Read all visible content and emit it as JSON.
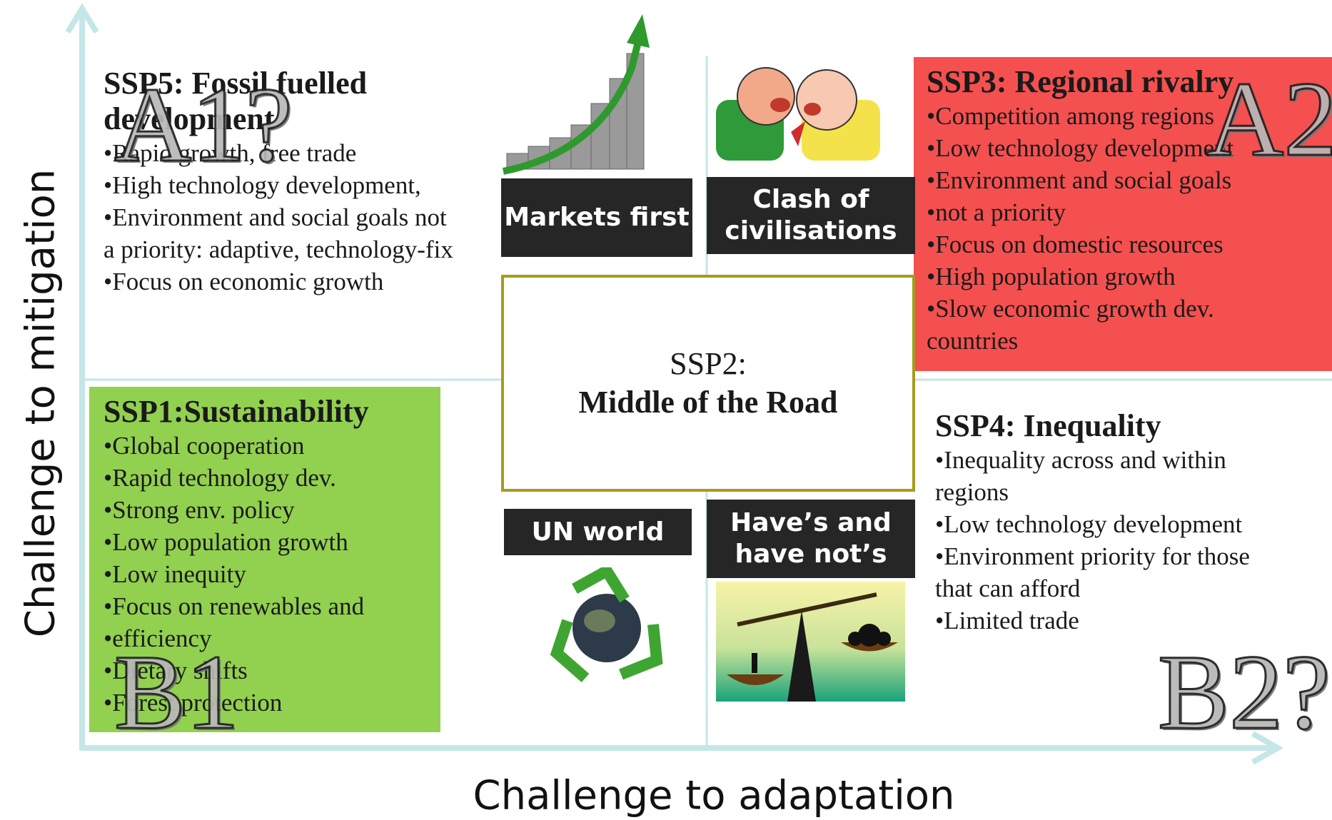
{
  "axes": {
    "y_label": "Challenge to mitigation",
    "x_label": "Challenge to adaptation"
  },
  "ssp5": {
    "title": "SSP5: Fossil fuelled development",
    "bullets": [
      "•Rapid growth, free trade",
      "•High technology development,",
      "•Environment and social goals not",
      "a priority: adaptive, technology-fix",
      "•Focus on economic growth"
    ],
    "overlay": "A1?"
  },
  "ssp1": {
    "title": "SSP1:Sustainability",
    "bullets": [
      "•Global cooperation",
      "•Rapid technology dev.",
      "•Strong env. policy",
      "•Low population growth",
      "•Low inequity",
      "•Focus on renewables and",
      "•efficiency",
      "•Dietary shifts",
      "•Forest protection"
    ],
    "overlay": "B1"
  },
  "ssp3": {
    "title": "SSP3: Regional rivalry",
    "bullets": [
      "•Competition among regions",
      "•Low technology development",
      "•Environment and social goals",
      "•not a priority",
      "•Focus on domestic resources",
      "•High population growth",
      "•Slow economic growth dev.",
      "countries"
    ],
    "overlay": "A2"
  },
  "ssp4": {
    "title": "SSP4: Inequality",
    "bullets": [
      "•Inequality across and within",
      "regions",
      "•Low technology development",
      "•Environment priority for those",
      "that can afford",
      "•Limited trade"
    ],
    "overlay": "B2?"
  },
  "ssp2": {
    "name": "SSP2:",
    "subtitle": "Middle of the Road"
  },
  "tags": {
    "markets": "Markets first",
    "clash": "Clash of civilisations",
    "un": "UN world",
    "haves": "Have’s and have not’s"
  },
  "colors": {
    "axis": "#bfe3e4",
    "ssp1_fill": "#92d050",
    "ssp3_fill": "#f4504f",
    "ssp2_border": "#a49d1c",
    "tag_fill": "#262626"
  }
}
